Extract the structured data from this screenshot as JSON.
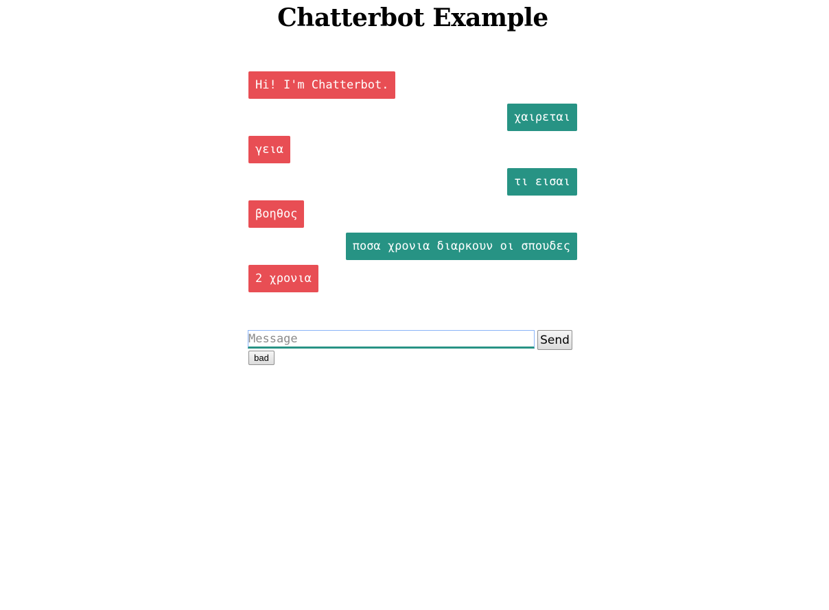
{
  "header": {
    "title": "Chatterbot Example"
  },
  "chat": {
    "messages": [
      {
        "sender": "bot",
        "text": "Hi! I'm Chatterbot."
      },
      {
        "sender": "human",
        "text": "χαιρεται"
      },
      {
        "sender": "bot",
        "text": "γεια"
      },
      {
        "sender": "human",
        "text": "τι εισαι"
      },
      {
        "sender": "bot",
        "text": "βοηθος"
      },
      {
        "sender": "human",
        "text": "ποσα χρονια διαρκουν οι σπουδες"
      },
      {
        "sender": "bot",
        "text": "2 χρονια"
      }
    ]
  },
  "composer": {
    "placeholder": "Message",
    "value": "",
    "send_label": "Send",
    "bad_label": "bad"
  },
  "colors": {
    "bot_bubble": "#e84e54",
    "human_bubble": "#279384"
  }
}
